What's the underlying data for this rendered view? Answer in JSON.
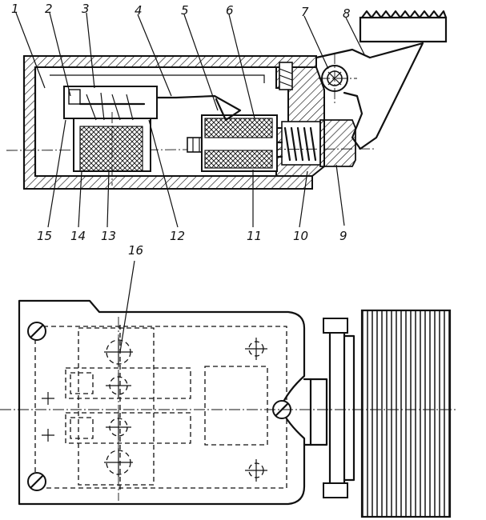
{
  "callouts_top": [
    "1",
    "2",
    "3",
    "4",
    "5",
    "6",
    "7",
    "8"
  ],
  "callouts_bottom": [
    "15",
    "14",
    "13",
    "12",
    "11",
    "10",
    "9"
  ],
  "callout_plan": "16"
}
